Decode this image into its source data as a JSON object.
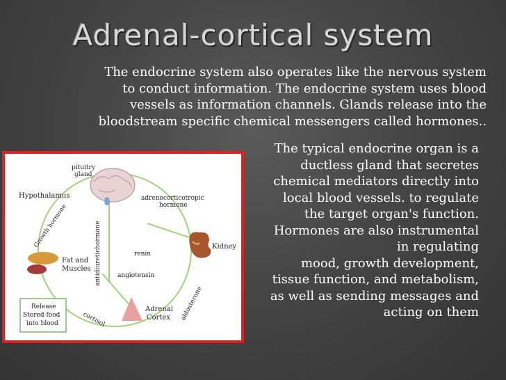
{
  "title": "Adrenal-cortical system",
  "paragraph_top": [
    "The endocrine system also operates like the nervous system",
    "to conduct information. The endocrine system uses blood",
    "vessels as information channels. Glands release into the",
    "bloodstream specific chemical messengers called hormones.."
  ],
  "paragraph_right": [
    "The typical endocrine organ is a",
    "ductless gland that secretes",
    "chemical mediators directly into",
    "local blood vessels. to regulate",
    "the target organ's function.",
    "Hormones are also instrumental",
    "in regulating",
    "mood, growth development,",
    "tissue function, and metabolism,",
    "as well as sending messages and",
    "acting on them"
  ],
  "diagram": {
    "border_color": "#e41e1e",
    "labels": {
      "pituitry": "pituitry",
      "gland": "gland",
      "hypothalamus": "Hypothalamus",
      "growth_hormone": "Growth hormone",
      "acth_line1": "adrenocorticotropic",
      "acth_line2": "hormone",
      "antidiuretic": "antidiuretichormone",
      "kidney": "Kidney",
      "renin": "renin",
      "fat1": "Fat and",
      "fat2": "Muscles",
      "angiotensin": "angiotensin",
      "aldosterone": "aldosterone",
      "adrenal1": "Adrenal",
      "adrenal2": "Cortex",
      "cortisol": "cortisol",
      "release1": "Release",
      "release2": "Stored food",
      "release3": "into blood"
    }
  }
}
